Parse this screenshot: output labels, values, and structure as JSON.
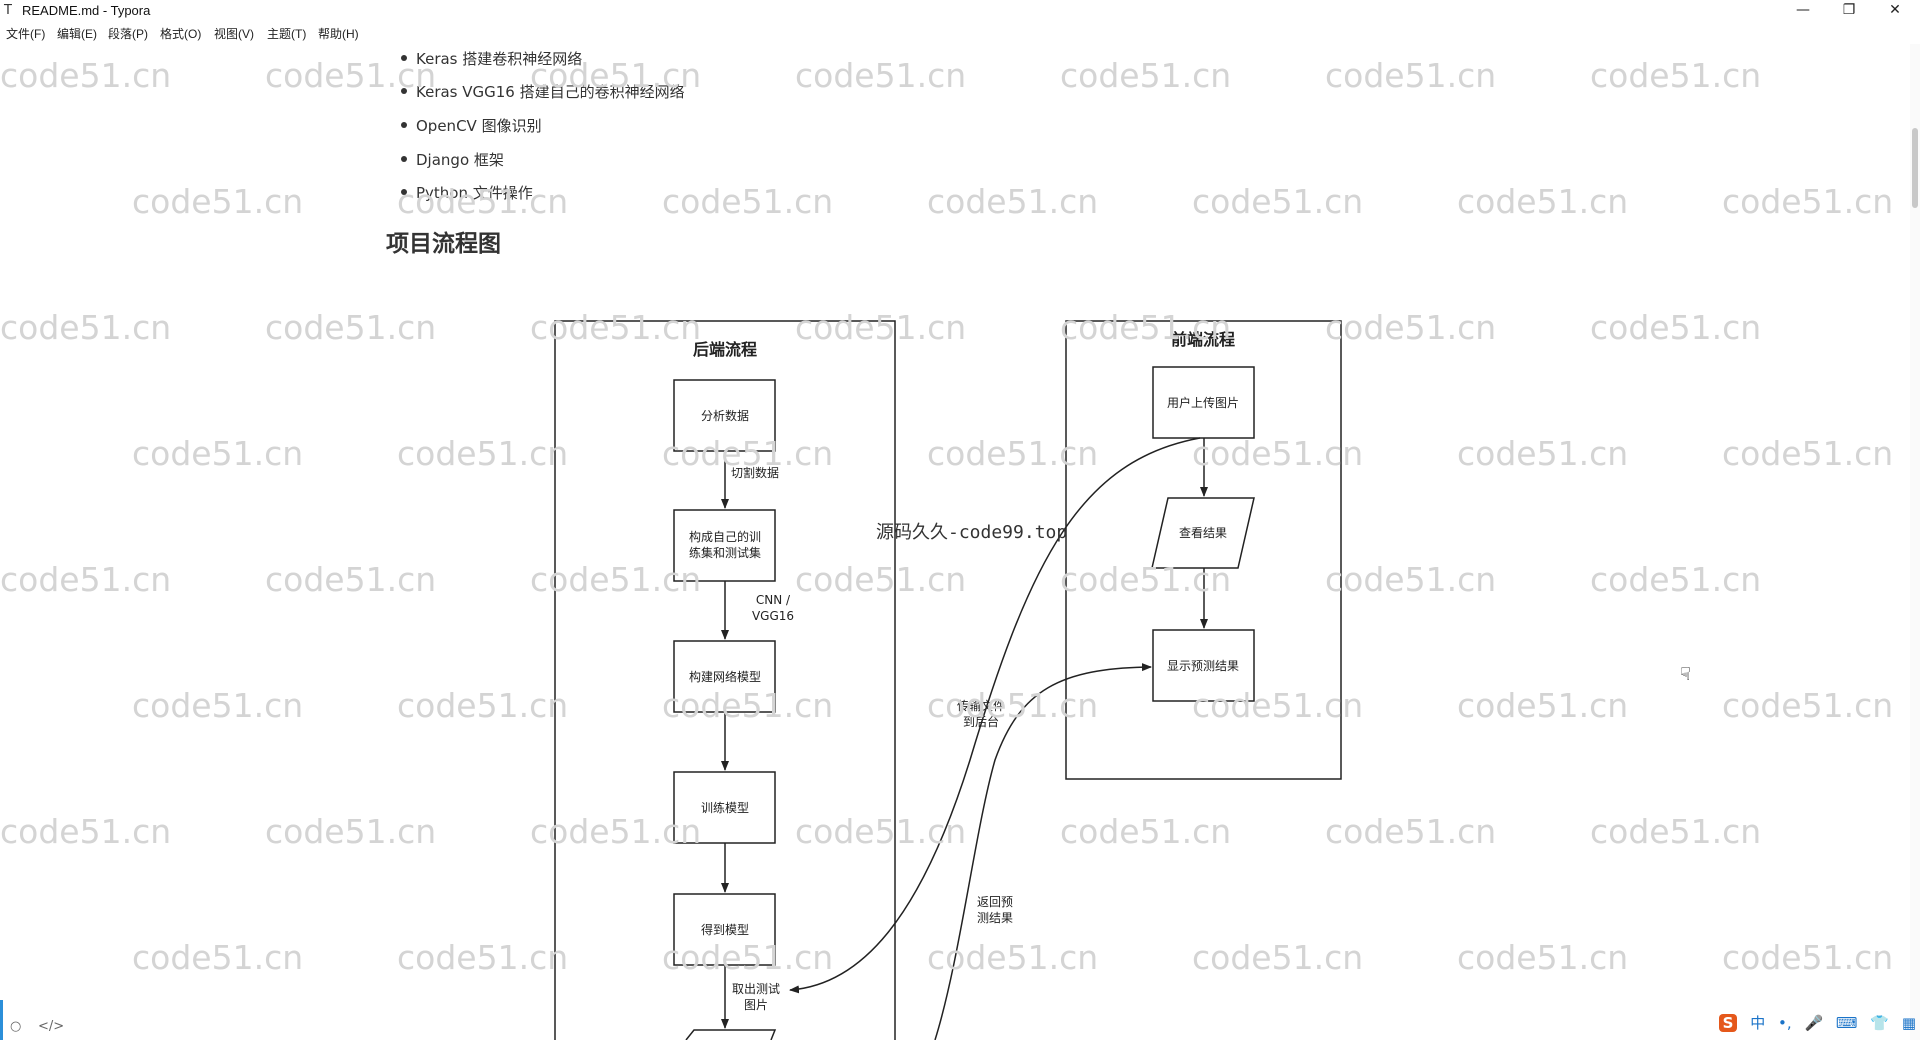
{
  "window": {
    "title": "README.md - Typora",
    "app_icon": "T",
    "controls": [
      "minimize-icon",
      "restore-icon",
      "close-icon"
    ]
  },
  "menu": [
    "文件(F)",
    "编辑(E)",
    "段落(P)",
    "格式(O)",
    "视图(V)",
    "主题(T)",
    "帮助(H)"
  ],
  "list": [
    "Keras  搭建卷积神经网络",
    "Keras VGG16 搭建自己的卷积神经网络",
    "OpenCV 图像识别",
    "Django 框架",
    "Python 文件操作"
  ],
  "heading": "项目流程图",
  "watermark": "code51.cn",
  "overlay_text": "源码久久-code99.top",
  "flowchart": {
    "backend_title": "后端流程",
    "frontend_title": "前端流程",
    "backend_nodes": [
      "分析数据",
      "构成自己的训",
      "练集和测试集",
      "构建网络模型",
      "训练模型",
      "得到模型"
    ],
    "backend_labels": [
      "切割数据",
      "CNN /",
      "VGG16",
      "取出测试",
      "图片"
    ],
    "frontend_nodes": [
      "用户上传图片",
      "查看结果",
      "显示预测结果"
    ],
    "cross_labels": [
      "传输文件",
      "到后台",
      "返回预",
      "测结果"
    ]
  },
  "status": {
    "icons": [
      "outline-icon",
      "source-code-icon"
    ]
  },
  "tray": [
    "S",
    "中",
    "•,",
    "🎤",
    "⌨",
    "👕",
    "▦"
  ]
}
